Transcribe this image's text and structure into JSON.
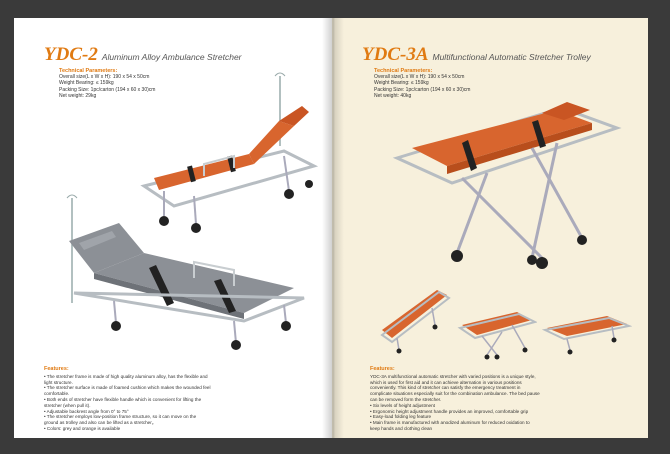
{
  "left_page": {
    "model": "YDC-2",
    "subtitle": "Aluminum Alloy Ambulance Stretcher",
    "params_heading": "Technical Parameters:",
    "params": [
      "Overall size(L x W x H): 190 x 54 x 50cm",
      "Weight Bearing: ≤ 159kg",
      "Packing Size: 1pc/carton (194 x 60 x 30)cm",
      "Net weight: 29kg"
    ],
    "features_heading": "Features:",
    "features": [
      "• The stretcher frame is made of high quality aluminum alloy, has the flexible and",
      "light structure.",
      "• The stretcher surface is made of foamed cushion which makes the wounded feel",
      "comfortable.",
      "• Both ends of stretcher have flexible handle which is convenient for lifting the",
      "stretcher (when pull it).",
      "• Adjustable backrest angle from 0° to 75°",
      "• The stretcher employs low-position frame structure, so it can move on the",
      "ground as trolley and also can be lifted as a stretcher。",
      "• Colors: grey and orange is available"
    ]
  },
  "right_page": {
    "model": "YDC-3A",
    "subtitle": "Multifunctional Automatic Stretcher Trolley",
    "params_heading": "Technical Parameters:",
    "params": [
      "Overall size(L x W x H): 190 x 54 x 50cm",
      "Weight Bearing: ≤ 159kg",
      "Packing Size: 1pc/carton (194 x 60 x 30)cm",
      "Net weight: 40kg"
    ],
    "features_heading": "Features:",
    "features": [
      "YDC-3A multifunctional automatic stretcher with varied positions is a unique style,",
      "which is used for first aid and it can achieve alternation in various positions",
      "conveniently. This kind of stretcher can satisfy the emergency treatment in",
      "complicate situations especially suit for the combination ambulance. The bed pause",
      "can be removed form the stretcher.",
      "• Six levels of height adjustment",
      "• Ergonomic height adjustment handle provides an improved, comfortable grip",
      "• Easy-load folding leg feature",
      "• Main frame is manufactured with anodized aluminum for reduced oxidation to",
      "keep hands and clothing clean"
    ]
  },
  "colors": {
    "accent": "#e07a12",
    "right_page_bg": "#f7f0dc",
    "left_page_bg": "#ffffff",
    "mattress_orange": "#d8652e",
    "mattress_grey": "#8c9096"
  }
}
